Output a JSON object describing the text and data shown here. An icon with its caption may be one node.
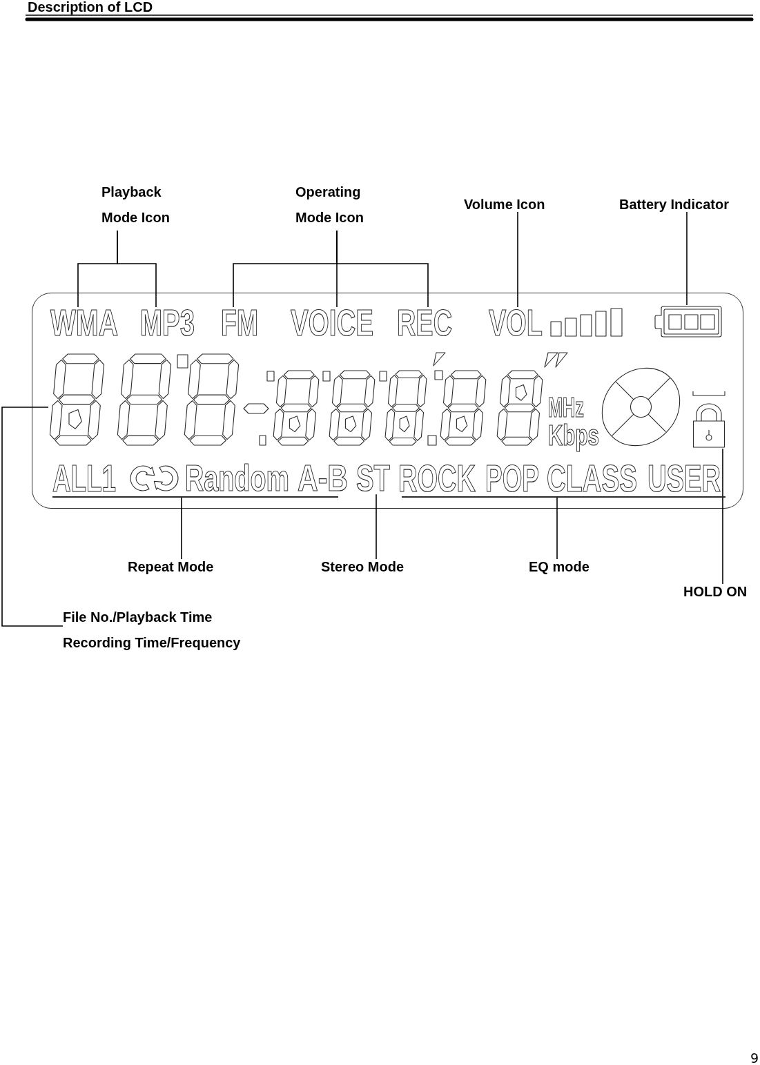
{
  "diagram": {
    "title": "Description of LCD",
    "nodes": [
      {
        "text": [
          "Playback Mode Icon"
        ]
      },
      {
        "text": [
          "Operating Mode Icon"
        ]
      },
      {
        "text": [
          "Volume Icon"
        ]
      },
      {
        "text": [
          "Battery Indicator"
        ]
      },
      {
        "text": [
          "MHz",
          "Kbps",
          "ALL1",
          "Random",
          "A-B",
          "ROCK",
          "POP",
          "CLASS",
          "USER"
        ]
      },
      {
        "text": [
          "WMA"
        ],
        "in": 4
      },
      {
        "text": [
          "MP3"
        ],
        "in": 4
      },
      {
        "text": [
          "FM"
        ],
        "in": 4
      },
      {
        "text": [
          "VOICE"
        ],
        "in": 4
      },
      {
        "text": [
          "REC"
        ],
        "in": 4
      },
      {
        "text": [
          "VOL"
        ],
        "in": 4
      },
      {
        "text": [],
        "shape": "picture",
        "in": 4
      },
      {
        "text": [],
        "shape": "picture",
        "in": 4
      },
      {
        "text": [],
        "shape": "line",
        "in": 4
      },
      {
        "text": [
          "ST"
        ],
        "in": 4
      },
      {
        "text": [],
        "shape": "line",
        "in": 4
      },
      {
        "text": [],
        "shape": "picture",
        "in": 4
      },
      {
        "text": [
          "Repeat Mode"
        ]
      },
      {
        "text": [
          "Stereo Mode"
        ]
      },
      {
        "text": [
          "EQ mode"
        ]
      },
      {
        "text": [
          "HOLD ON"
        ]
      },
      {
        "text": [
          "File No./Playback Time Recording Time/Frequency"
        ]
      }
    ],
    "edges": [
      {
        "from": 0,
        "to": 5,
        "arrow": "none"
      },
      {
        "from": 0,
        "to": 6,
        "arrow": "none"
      },
      {
        "from": 1,
        "to": 7,
        "arrow": "none"
      },
      {
        "from": 1,
        "to": 8,
        "arrow": "none"
      },
      {
        "from": 1,
        "to": 9,
        "arrow": "none"
      },
      {
        "from": 2,
        "to": 10,
        "arrow": "none"
      },
      {
        "from": 3,
        "to": 11,
        "arrow": "none"
      },
      {
        "from": 17,
        "to": 13,
        "arrow": "none"
      },
      {
        "from": 18,
        "to": 14,
        "arrow": "none"
      },
      {
        "from": 19,
        "to": 15,
        "arrow": "none"
      },
      {
        "from": 20,
        "to": 16,
        "arrow": "none"
      },
      {
        "from": 21,
        "to": 12,
        "arrow": "none"
      }
    ],
    "labels": [
      "9"
    ]
  }
}
